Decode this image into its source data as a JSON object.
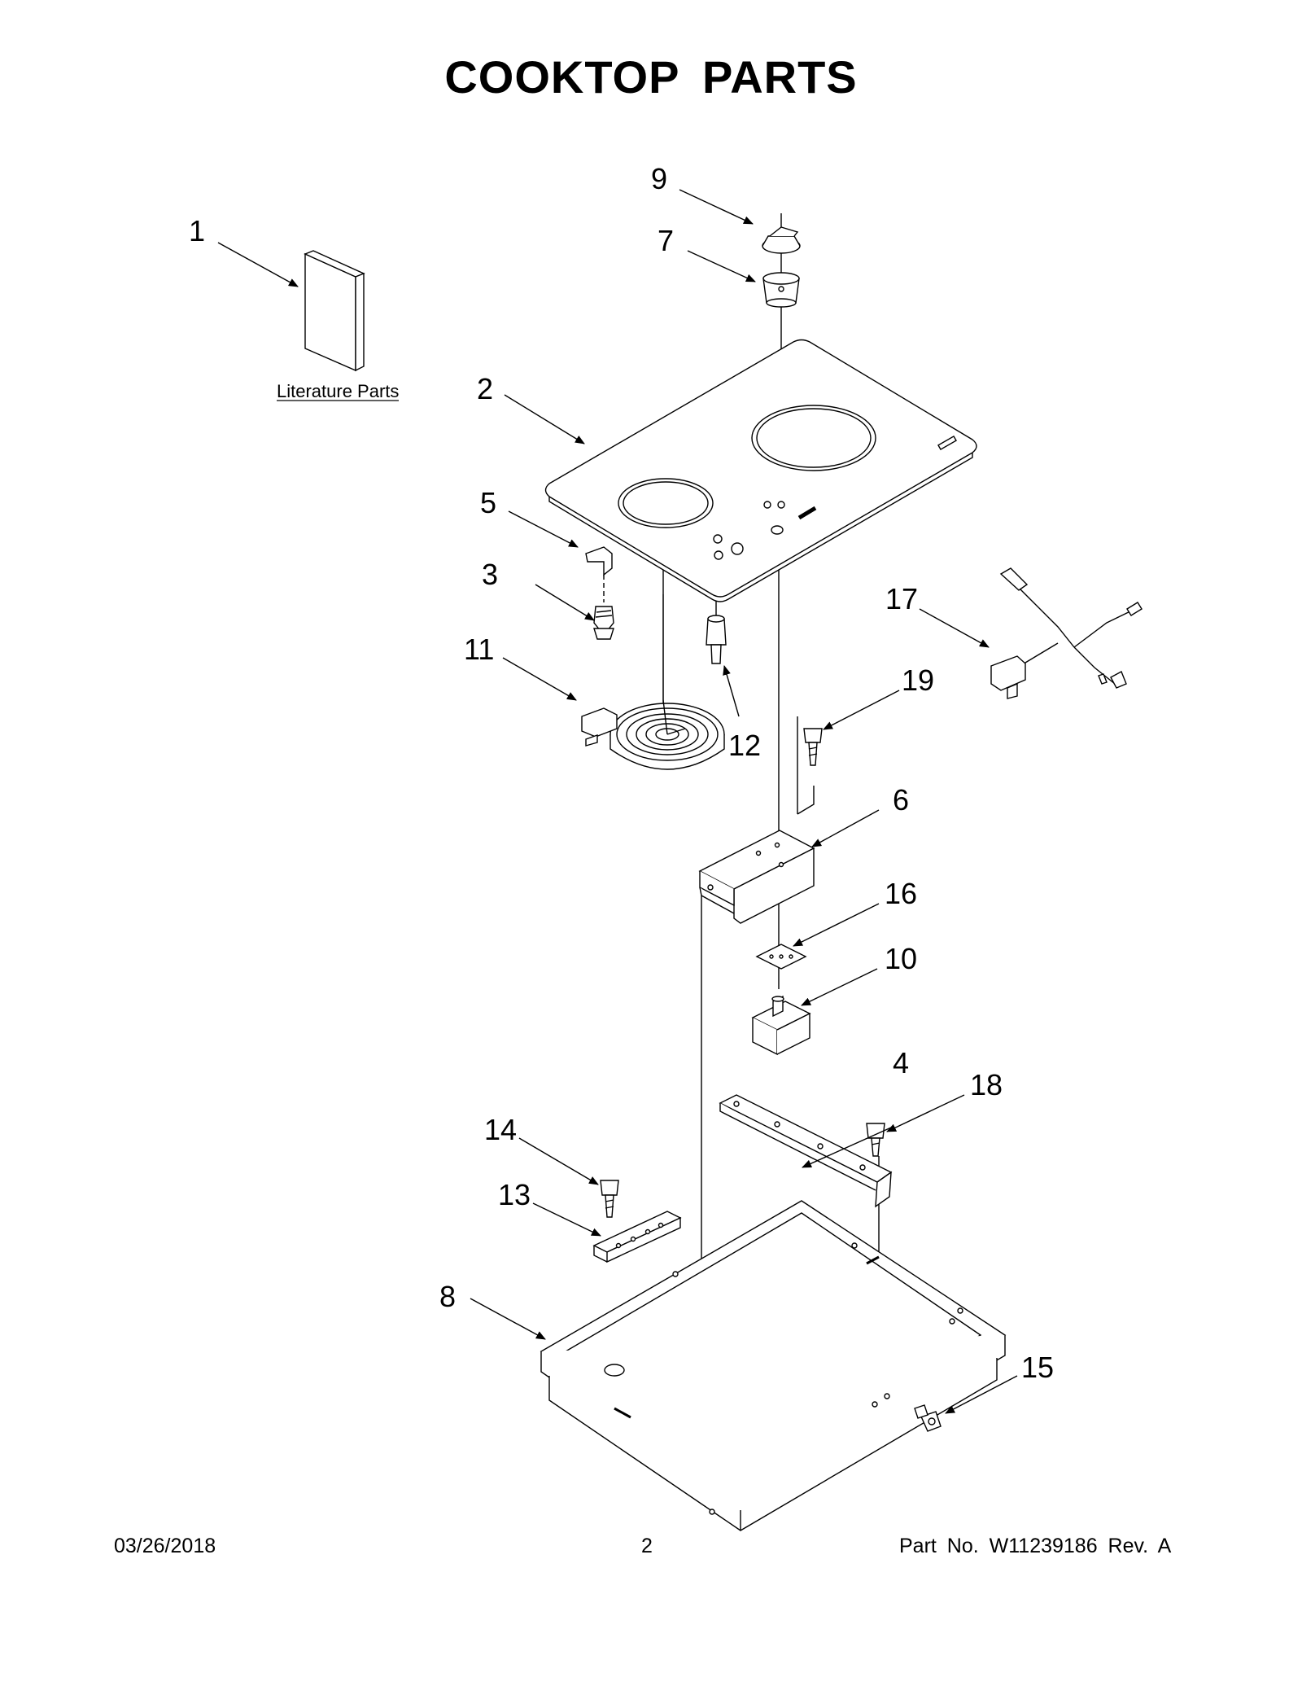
{
  "title": "COOKTOP PARTS",
  "literature_label": "Literature Parts",
  "callouts": [
    "1",
    "2",
    "3",
    "4",
    "5",
    "6",
    "7",
    "8",
    "9",
    "10",
    "11",
    "12",
    "13",
    "14",
    "15",
    "16",
    "17",
    "18",
    "19"
  ],
  "footer": {
    "date": "03/26/2018",
    "page": "2",
    "part": "Part No.  W11239186  Rev.  A"
  }
}
